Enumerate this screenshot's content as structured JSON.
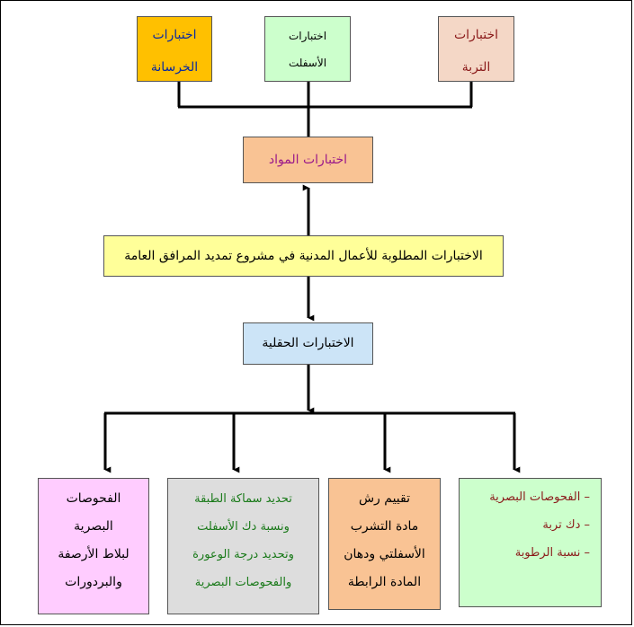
{
  "top_row": {
    "concrete": [
      "اختبارات",
      "الخرسانة"
    ],
    "asphalt": [
      "اختبارات",
      "الأسفلت"
    ],
    "soil": [
      "اختبارات",
      "التربة"
    ]
  },
  "materials": "اختبارات المواد",
  "main": "الاختبارات المطلوبة للأعمال المدنية في مشروع تمديد المرافق العامة",
  "field": "الاختبارات الحقلية",
  "bottom_row": {
    "visual_tiles": [
      "الفحوصات",
      "البصرية",
      "لبلاط الأرصفة",
      "والبردورات"
    ],
    "thickness": [
      "تحديد سماكة الطبقة",
      "ونسبة دك الأسفلت",
      "وتحديد درجة الوعورة",
      "والفحوصات البصرية"
    ],
    "spray": [
      "تقييم رش",
      "مادة التشرب",
      "الأسفلتي ودهان",
      "المادة الرابطة"
    ],
    "soil_field": [
      "–  الفحوصات البصرية",
      "–  دك تربة",
      "–  نسبة الرطوبة"
    ]
  }
}
